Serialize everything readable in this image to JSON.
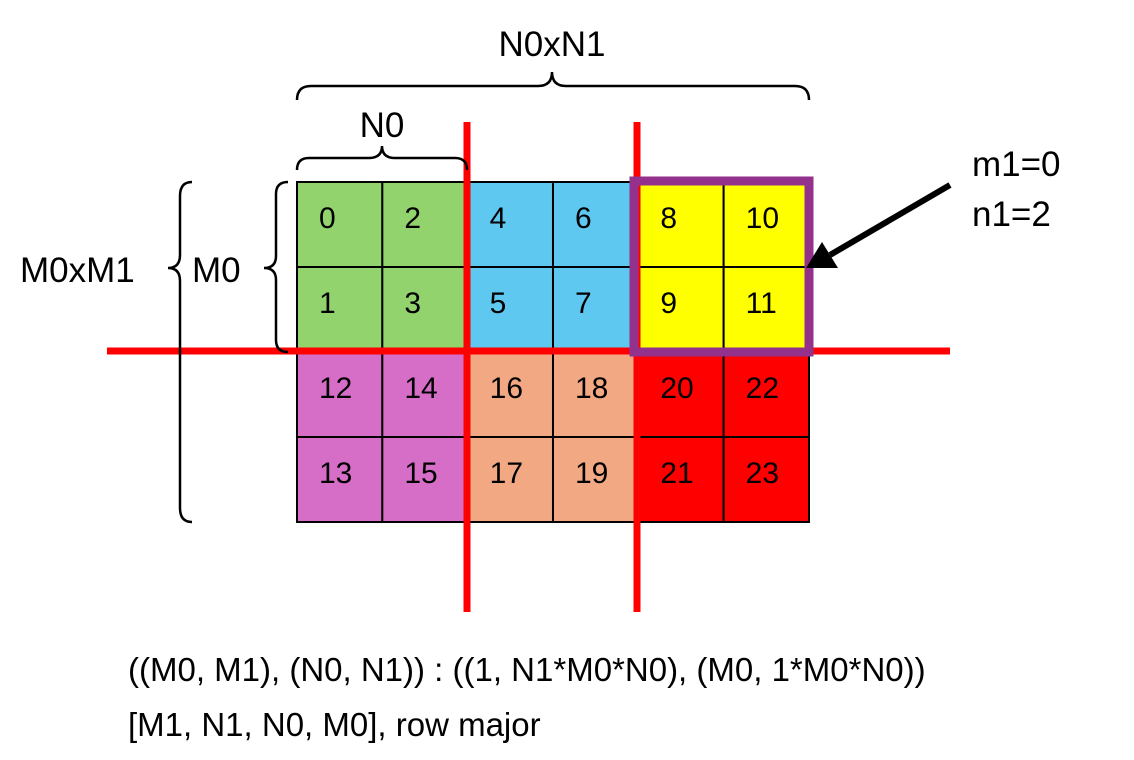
{
  "labels": {
    "n0xn1": "N0xN1",
    "n0": "N0",
    "m0xm1": "M0xM1",
    "m0": "M0",
    "m1_value": "m1=0",
    "n1_value": "n1=2"
  },
  "grid": {
    "rows": [
      [
        "0",
        "2",
        "4",
        "6",
        "8",
        "10"
      ],
      [
        "1",
        "3",
        "5",
        "7",
        "9",
        "11"
      ],
      [
        "12",
        "14",
        "16",
        "18",
        "20",
        "22"
      ],
      [
        "13",
        "15",
        "17",
        "19",
        "21",
        "23"
      ]
    ],
    "tile_colors": [
      [
        "#92d36e",
        "#5ec8f1",
        "#ffff00"
      ],
      [
        "#d66ec8",
        "#f1a883",
        "#ff0000"
      ]
    ],
    "divider_color": "#ff0000",
    "highlight_color": "#93318c",
    "arrow_color": "#000000"
  },
  "formula": {
    "line1": "((M0, M1), (N0, N1)) : ((1, N1*M0*N0), (M0, 1*M0*N0))",
    "line2": "[M1, N1, N0, M0], row major"
  }
}
